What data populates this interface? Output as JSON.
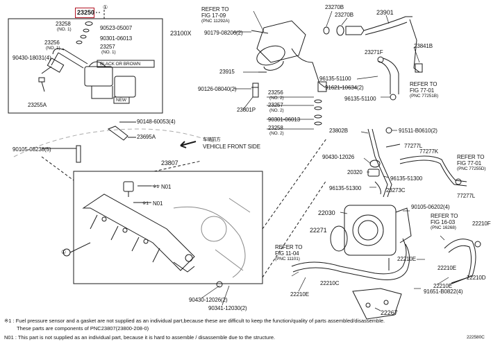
{
  "highlight_part": "23250",
  "detail_box": {
    "part_23250_mark": "①",
    "c1": "23258",
    "c1s": "(NO. 1)",
    "c2": "90523-05007",
    "c3": "90301-06013",
    "c4": "23256",
    "c4s": "(NO. 1)",
    "c5": "23257",
    "c5s": "(NO. 1)",
    "c6": "90430-18031(4)",
    "c7": "23255A",
    "tag": "BLACK OR BROWN",
    "stamp": "NEW"
  },
  "labels": {
    "ref1a": "REFER TO",
    "ref1b": "FIG 17-09",
    "ref1c": "(PNC 11292A)",
    "p23100X": "23100X",
    "p90179": "90179-08206(2)",
    "p23915": "23915",
    "p90126": "90126-08040(2)",
    "p23801P": "23801P",
    "p23256b": "23256",
    "p23256bs": "(NO. 2)",
    "p23257b": "23257",
    "p23257bs": "(NO. 2)",
    "p90301b": "90301-06013",
    "p23258b": "23258",
    "p23258bs": "(NO. 2)",
    "p23270B1": "23270B",
    "p23270B2": "23270B",
    "p23901": "23901",
    "p23841B": "23841B",
    "p23271F": "23271F",
    "p96135a": "96135-51100",
    "p91621": "91621-10634(2)",
    "p96135b": "96135-51100",
    "ref2a": "REFER TO",
    "ref2b": "FIG 77-01",
    "ref2c": "(PNC 77251B)",
    "p90148": "90148-60053(4)",
    "p23695A": "23695A",
    "front_cn": "车辆前方",
    "front_en": "VEHICLE FRONT SIDE",
    "p90105a": "90105-08238(5)",
    "p23807": "23807",
    "n01a": "N01",
    "n01a_mark": "※1",
    "n01b": "N01",
    "n01b_mark": "※1",
    "circle_mark": "①",
    "p90430b": "90430-12026(2)",
    "p90341": "90341-12030(2)",
    "p23802B": "23802B",
    "p91511": "91511-B0610(2)",
    "p77277L1": "77277L",
    "p77277K": "77277K",
    "ref3a": "REFER TO",
    "ref3b": "FIG 77-01",
    "ref3c": "(PNC 77255D)",
    "p77277L2": "77277L",
    "p90430c": "90430-12026",
    "p20320": "20320",
    "p96135c": "96135-51300",
    "p96135d": "96135-51300",
    "p23273C": "23273C",
    "p22030": "22030",
    "p22271": "22271",
    "p90105b": "90105-06202(4)",
    "ref4a": "REFER TO",
    "ref4b": "FIG 16-03",
    "ref4c": "(PNC 16268)",
    "p22210F": "22210F",
    "ref5a": "REFER TO",
    "ref5b": "FIG 11-04",
    "ref5c": "(PNC 11101)",
    "p22210E1": "22210E",
    "p22210E2": "22210E",
    "p22210C": "22210C",
    "p22210E3": "22210E",
    "p22210D": "22210D",
    "p22267": "22267",
    "p91651": "91651-B0822(4)",
    "p22210E4": "22210E"
  },
  "notes": {
    "line1": "※1 : Fuel pressure sensor and a gasket are not supplied as an individual part,because these are difficult to keep the function/quality of parts assembled/disassemble.",
    "line2": "These parts are components of PNC23807(23800-208-0)",
    "line3": "N01 : This part is not supplied as an individual part, because it is hard to assemble / disassemble due to the structure."
  },
  "figure_code": "222580C"
}
